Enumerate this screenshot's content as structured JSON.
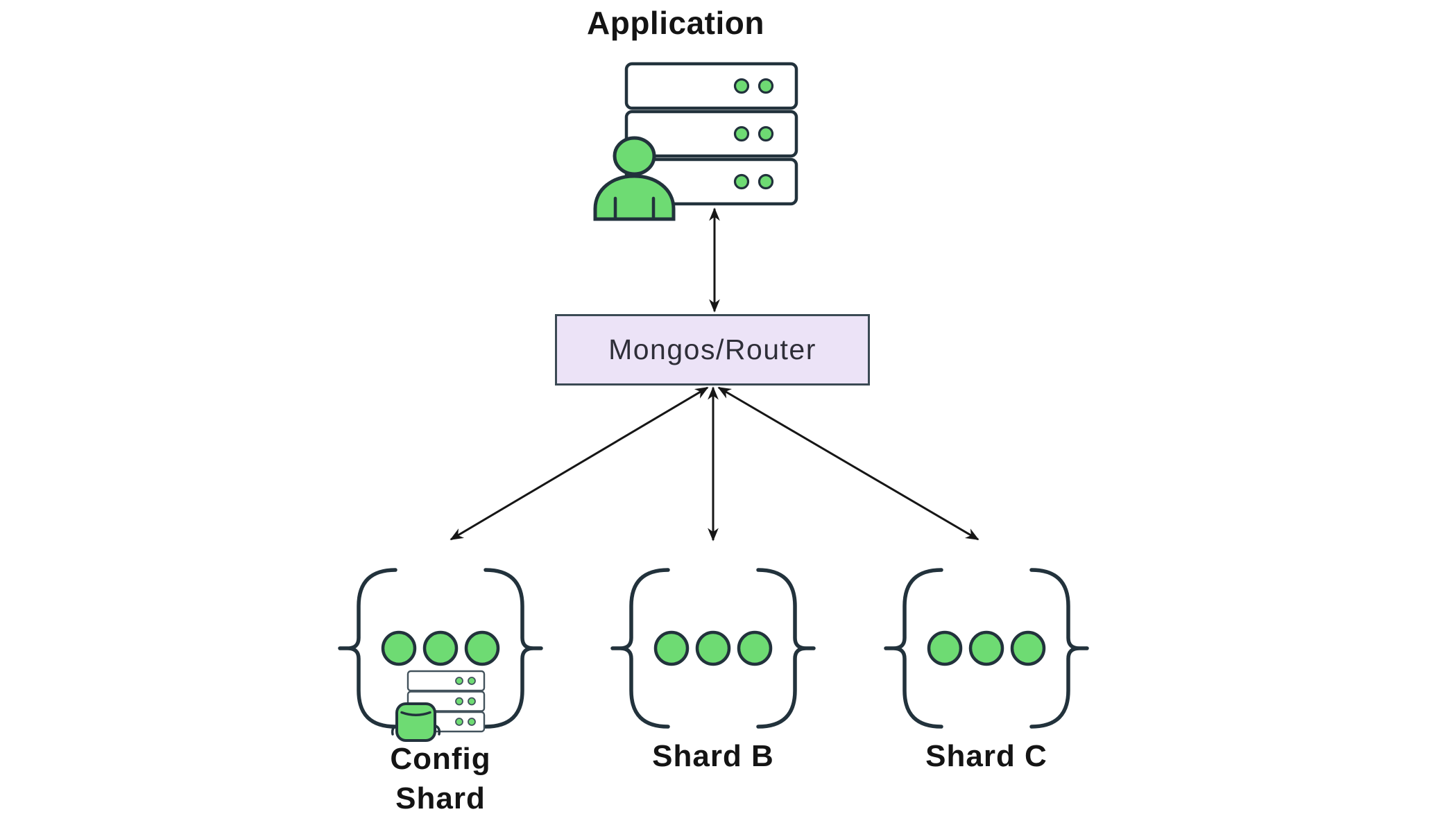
{
  "application": {
    "label": "Application",
    "icon": "server-rack-with-user-icon"
  },
  "router": {
    "label": "Mongos/Router"
  },
  "shards": [
    {
      "id": "config-shard",
      "label": "Config Shard",
      "label_lines": [
        "Config",
        "Shard"
      ],
      "replica_nodes": 3,
      "extra_icons": [
        "config-server-rack-icon",
        "database-icon"
      ]
    },
    {
      "id": "shard-b",
      "label": "Shard B",
      "replica_nodes": 3,
      "extra_icons": []
    },
    {
      "id": "shard-c",
      "label": "Shard C",
      "replica_nodes": 3,
      "extra_icons": []
    }
  ],
  "arrows": [
    {
      "from": "application",
      "to": "router",
      "bidirectional": true
    },
    {
      "from": "router",
      "to": "config-shard",
      "bidirectional": true
    },
    {
      "from": "router",
      "to": "shard-b",
      "bidirectional": true
    },
    {
      "from": "router",
      "to": "shard-c",
      "bidirectional": true
    }
  ],
  "colors": {
    "green": "#6edb73",
    "ink": "#22323c",
    "lavender": "#ece3f7",
    "router_border": "#3b4a54",
    "arrow": "#161616",
    "label_text": "#141414",
    "router_text": "#2e2e38",
    "mini_server_stroke": "#42525c"
  }
}
